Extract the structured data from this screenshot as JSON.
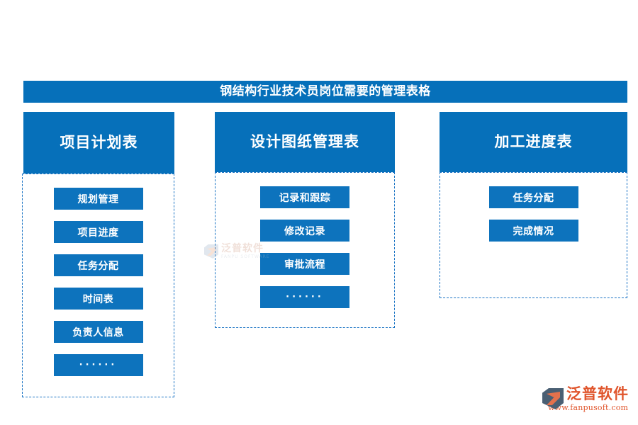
{
  "page": {
    "title": "钢结构行业技术员岗位需要的管理表格",
    "background_color": "#ffffff",
    "accent_color": "#0670ba",
    "chip_color": "#0d73bd",
    "dashed_border_color": "#1a73c4"
  },
  "columns": [
    {
      "header": "项目计划表",
      "items": [
        {
          "label": "规划管理"
        },
        {
          "label": "项目进度"
        },
        {
          "label": "任务分配"
        },
        {
          "label": "时间表"
        },
        {
          "label": "负责人信息"
        },
        {
          "label": "······"
        }
      ]
    },
    {
      "header": "设计图纸管理表",
      "items": [
        {
          "label": "记录和跟踪"
        },
        {
          "label": "修改记录"
        },
        {
          "label": "审批流程"
        },
        {
          "label": "······"
        }
      ]
    },
    {
      "header": "加工进度表",
      "items": [
        {
          "label": "任务分配"
        },
        {
          "label": "完成情况"
        }
      ]
    }
  ],
  "watermark": {
    "brand_cn": "泛普软件",
    "brand_en": "FANPU SOFTWARE"
  },
  "logo": {
    "brand_cn": "泛普软件",
    "url": "www.fanpusoft.com",
    "mark_color": "#4a5f73",
    "swoosh_color": "#e4714c",
    "text_color": "#e0552c"
  }
}
